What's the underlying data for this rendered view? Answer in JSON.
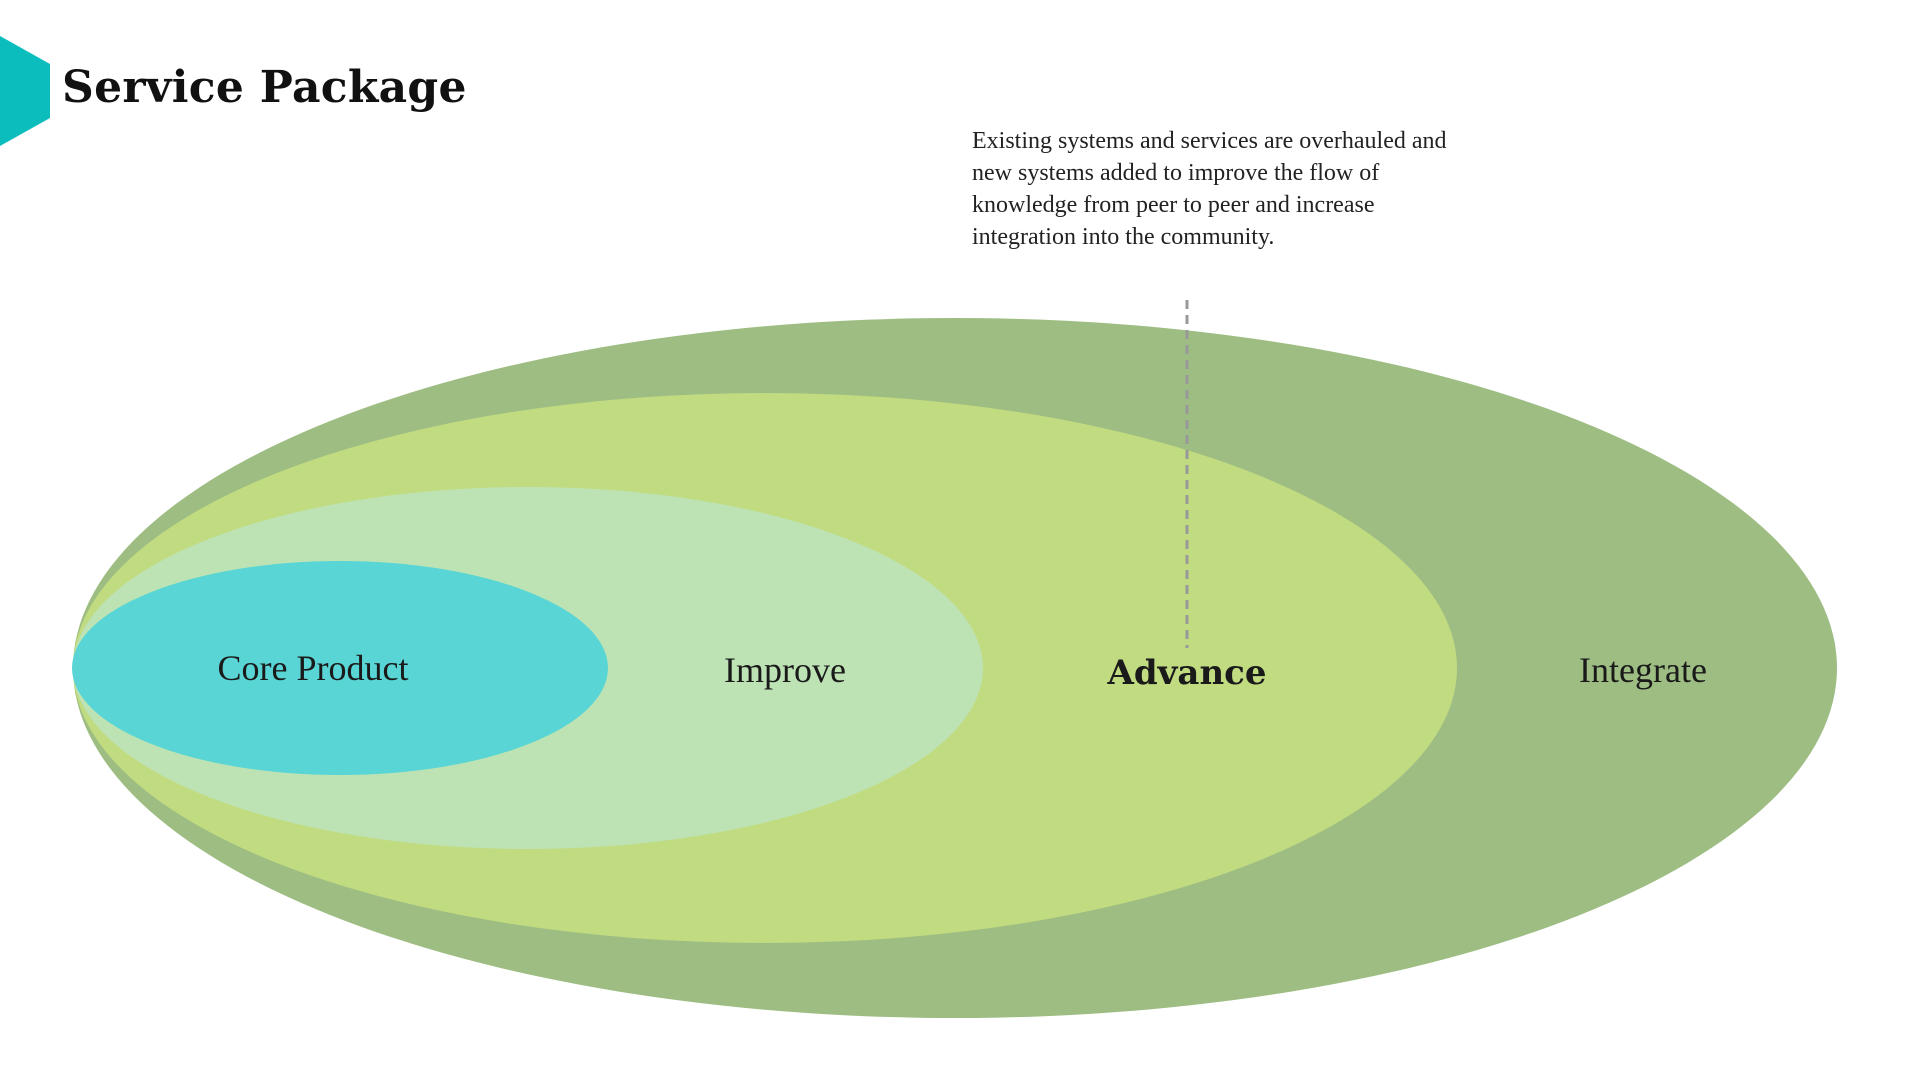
{
  "header": {
    "title": "Service Package"
  },
  "callout": {
    "text": "Existing systems and services are overhauled and new systems added to improve the flow of knowledge from peer to peer and increase integration into the community."
  },
  "rings": {
    "integrate": "Integrate",
    "advance": "Advance",
    "improve": "Improve",
    "core": "Core Product"
  },
  "colors": {
    "accent": "#0BBDBD",
    "integrate": "#9DBD82",
    "advance": "#C1DB81",
    "improve": "#BDE3B4",
    "core": "#58D5D4",
    "leader_line": "#999999"
  }
}
